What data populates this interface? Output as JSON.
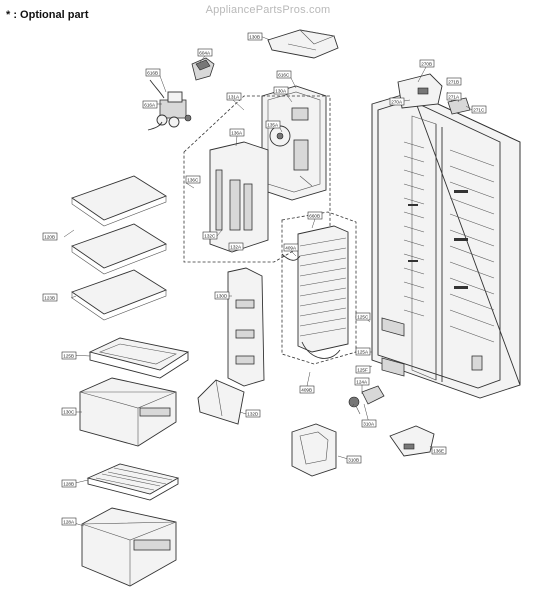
{
  "header": {
    "optional_note": "* : Optional part",
    "watermark": "AppliancePartsPros.com"
  },
  "callouts": [
    {
      "id": "c_130b",
      "label": "130B"
    },
    {
      "id": "c_604a",
      "label": "604A"
    },
    {
      "id": "c_616c",
      "label": "616C"
    },
    {
      "id": "c_616b",
      "label": "616B"
    },
    {
      "id": "c_616a",
      "label": "616A"
    },
    {
      "id": "c_131a",
      "label": "131A"
    },
    {
      "id": "c_270b",
      "label": "270B"
    },
    {
      "id": "c_270a",
      "label": "270A"
    },
    {
      "id": "c_130a",
      "label": "130A"
    },
    {
      "id": "c_271b",
      "label": "271B"
    },
    {
      "id": "c_271c",
      "label": "271C"
    },
    {
      "id": "c_135a",
      "label": "135A"
    },
    {
      "id": "c_136a",
      "label": "136A"
    },
    {
      "id": "c_136c",
      "label": "136C"
    },
    {
      "id": "c_132c",
      "label": "132C"
    },
    {
      "id": "c_132a",
      "label": "132A"
    },
    {
      "id": "c_120b",
      "label": "120B"
    },
    {
      "id": "c_660b",
      "label": "660B"
    },
    {
      "id": "c_409a",
      "label": "409A"
    },
    {
      "id": "c_130d",
      "label": "130D"
    },
    {
      "id": "c_123b",
      "label": "123B"
    },
    {
      "id": "c_125c",
      "label": "125C"
    },
    {
      "id": "c_125b",
      "label": "125B"
    },
    {
      "id": "c_125a",
      "label": "125A"
    },
    {
      "id": "c_409b",
      "label": "409B"
    },
    {
      "id": "c_125f",
      "label": "125F"
    },
    {
      "id": "c_124a",
      "label": "124A"
    },
    {
      "id": "c_130c",
      "label": "130C"
    },
    {
      "id": "c_132d",
      "label": "132D"
    },
    {
      "id": "c_310b",
      "label": "310B"
    },
    {
      "id": "c_310a",
      "label": "310A"
    },
    {
      "id": "c_128b",
      "label": "128B"
    },
    {
      "id": "c_128a",
      "label": "128A"
    },
    {
      "id": "c_136e",
      "label": "136E"
    },
    {
      "id": "c_271a",
      "label": "271A"
    }
  ]
}
